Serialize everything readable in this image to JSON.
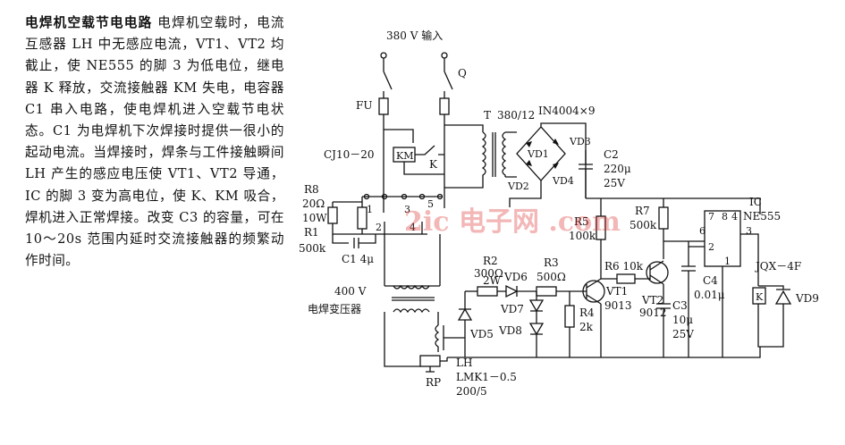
{
  "article": {
    "title": "电焊机空载节电电路",
    "body": "电焊机空载时，电流互感器 LH 中无感应电流，VT1、VT2 均截止，使 NE555 的脚 3 为低电位，继电器 K 释放，交流接触器 KM 失电，电容器 C1 串入电路，使电焊机进入空载节电状态。C1 为电焊机下次焊接时提供一很小的起动电流。当焊接时，焊条与工件接触瞬间 LH 产生的感应电压使 VT1、VT2 导通，IC 的脚 3 变为高电位，使 K、KM 吸合，焊机进入正常焊接。改变 C3 的容量，可在 10～20s 范围内延时交流接触器的频繁动作时间。"
  },
  "schematic": {
    "input": "380 V  输入",
    "q": "Q",
    "fu": "FU",
    "cj": "CJ10－20",
    "km": "KM",
    "k": "K",
    "t": "T",
    "t_ratio": "380/12",
    "diode_bridge": "IN4004×9",
    "vd1": "VD1",
    "vd2": "VD2",
    "vd3": "VD3",
    "vd4": "VD4",
    "c2": "C2",
    "c2_v1": "220μ",
    "c2_v2": "25V",
    "ic": "IC",
    "ic_name": "NE555",
    "pin7": "7",
    "pin8": "8",
    "pin4": "4",
    "pin6": "6",
    "pin2": "2",
    "pin3": "3",
    "pin1": "1",
    "r7": "R7",
    "r7_v": "500k",
    "r5": "R5",
    "r5_v": "100k",
    "r8": "R8",
    "r8_v1": "20Ω",
    "r8_v2": "10W",
    "r1": "R1",
    "r1_v": "500k",
    "c1": "C1 4μ",
    "t1": "1",
    "t3": "3",
    "t5": "5",
    "t2": "2",
    "t4": "4",
    "r2": "R2",
    "r2_v": "300Ω",
    "r2_w": "2W",
    "vd6": "VD6",
    "r3": "R3",
    "r3_v": "500Ω",
    "r6": "R6 10k",
    "vt1": "VT1",
    "vt1_v": "9013",
    "vt2": "VT2",
    "vt2_v": "9012",
    "c4": "C4",
    "c4_v": "0.01μ",
    "jqx": "JQX－4F",
    "relay_k": "K",
    "vd9": "VD9",
    "weld_v": "400 V",
    "weld_t": "电焊变压器",
    "vd7": "VD7",
    "vd8": "VD8",
    "vd5": "VD5",
    "r4": "R4",
    "r4_v": "2k",
    "c3": "C3",
    "c3_v1": "10μ",
    "c3_v2": "25V",
    "lh": "LH",
    "lh_m": "LMK1－0.5",
    "lh_r": "200/5",
    "rp": "RP",
    "watermark": "2ic 电子网 .com"
  }
}
